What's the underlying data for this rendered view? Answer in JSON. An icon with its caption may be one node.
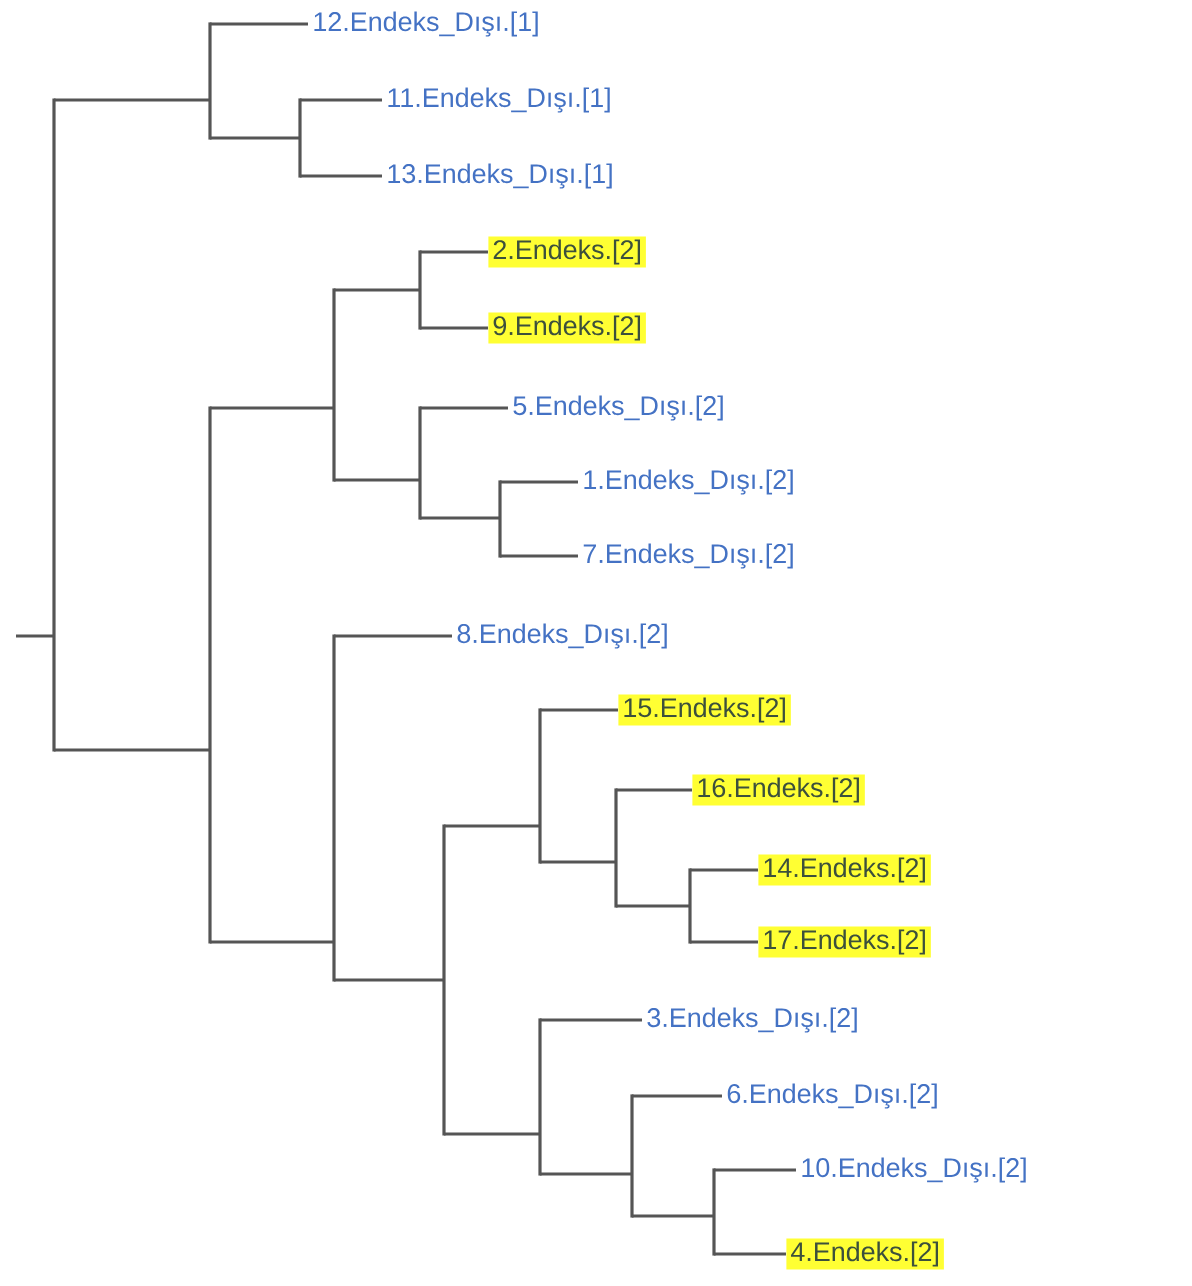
{
  "diagram": {
    "nodes": [
      {
        "text": [],
        "shape": "bar"
      },
      {
        "text": [],
        "shape": "bar"
      },
      {
        "text": [
          "12.Endeks_Dışı.[1]"
        ]
      },
      {
        "text": [],
        "shape": "bar"
      },
      {
        "text": [
          "11.Endeks_Dışı.[1]"
        ]
      },
      {
        "text": [
          "13.Endeks_Dışı.[1]"
        ]
      },
      {
        "text": [],
        "shape": "bar"
      },
      {
        "text": [],
        "shape": "bar"
      },
      {
        "text": [],
        "shape": "bar"
      },
      {
        "text": [
          "2.Endeks.[2]"
        ]
      },
      {
        "text": [
          "9.Endeks.[2]"
        ]
      },
      {
        "text": [],
        "shape": "bar"
      },
      {
        "text": [
          "5.Endeks_Dışı.[2]"
        ]
      },
      {
        "text": [],
        "shape": "bar"
      },
      {
        "text": [
          "1.Endeks_Dışı.[2]"
        ]
      },
      {
        "text": [
          "7.Endeks_Dışı.[2]"
        ]
      },
      {
        "text": [],
        "shape": "bar"
      },
      {
        "text": [
          "8.Endeks_Dışı.[2]"
        ]
      },
      {
        "text": [],
        "shape": "bar"
      },
      {
        "text": [],
        "shape": "bar"
      },
      {
        "text": [
          "15.Endeks.[2]"
        ]
      },
      {
        "text": [],
        "shape": "bar"
      },
      {
        "text": [
          "16.Endeks.[2]"
        ]
      },
      {
        "text": [],
        "shape": "bar"
      },
      {
        "text": [
          "14.Endeks.[2]"
        ]
      },
      {
        "text": [
          "17.Endeks.[2]"
        ]
      },
      {
        "text": [],
        "shape": "bar"
      },
      {
        "text": [
          "3.Endeks_Dışı.[2]"
        ]
      },
      {
        "text": [],
        "shape": "bar"
      },
      {
        "text": [
          "6.Endeks_Dışı.[2]"
        ]
      },
      {
        "text": [],
        "shape": "bar"
      },
      {
        "text": [
          "10.Endeks_Dışı.[2]"
        ]
      },
      {
        "text": [
          "4.Endeks.[2]"
        ]
      }
    ],
    "edges": [
      {
        "from": null,
        "to": 0,
        "arrow": "none"
      },
      {
        "from": 0,
        "to": 1,
        "arrow": "none"
      },
      {
        "from": 1,
        "to": 2,
        "arrow": "none"
      },
      {
        "from": 1,
        "to": 3,
        "arrow": "none"
      },
      {
        "from": 3,
        "to": 4,
        "arrow": "none"
      },
      {
        "from": 3,
        "to": 5,
        "arrow": "none"
      },
      {
        "from": 0,
        "to": 6,
        "arrow": "none"
      },
      {
        "from": 6,
        "to": 7,
        "arrow": "none"
      },
      {
        "from": 7,
        "to": 8,
        "arrow": "none"
      },
      {
        "from": 8,
        "to": 9,
        "arrow": "none"
      },
      {
        "from": 8,
        "to": 10,
        "arrow": "none"
      },
      {
        "from": 7,
        "to": 11,
        "arrow": "none"
      },
      {
        "from": 11,
        "to": 12,
        "arrow": "none"
      },
      {
        "from": 11,
        "to": 13,
        "arrow": "none"
      },
      {
        "from": 13,
        "to": 14,
        "arrow": "none"
      },
      {
        "from": 13,
        "to": 15,
        "arrow": "none"
      },
      {
        "from": 6,
        "to": 16,
        "arrow": "none"
      },
      {
        "from": 16,
        "to": 17,
        "arrow": "none"
      },
      {
        "from": 16,
        "to": 18,
        "arrow": "none"
      },
      {
        "from": 18,
        "to": 19,
        "arrow": "none"
      },
      {
        "from": 19,
        "to": 20,
        "arrow": "none"
      },
      {
        "from": 19,
        "to": 21,
        "arrow": "none"
      },
      {
        "from": 21,
        "to": 22,
        "arrow": "none"
      },
      {
        "from": 21,
        "to": 23,
        "arrow": "none"
      },
      {
        "from": 23,
        "to": 24,
        "arrow": "none"
      },
      {
        "from": 23,
        "to": 25,
        "arrow": "none"
      },
      {
        "from": 18,
        "to": 26,
        "arrow": "none"
      },
      {
        "from": 26,
        "to": 27,
        "arrow": "none"
      },
      {
        "from": 26,
        "to": 28,
        "arrow": "none"
      },
      {
        "from": 28,
        "to": 29,
        "arrow": "none"
      },
      {
        "from": 28,
        "to": 30,
        "arrow": "none"
      },
      {
        "from": 30,
        "to": 31,
        "arrow": "none"
      },
      {
        "from": 30,
        "to": 32,
        "arrow": "none"
      }
    ]
  }
}
